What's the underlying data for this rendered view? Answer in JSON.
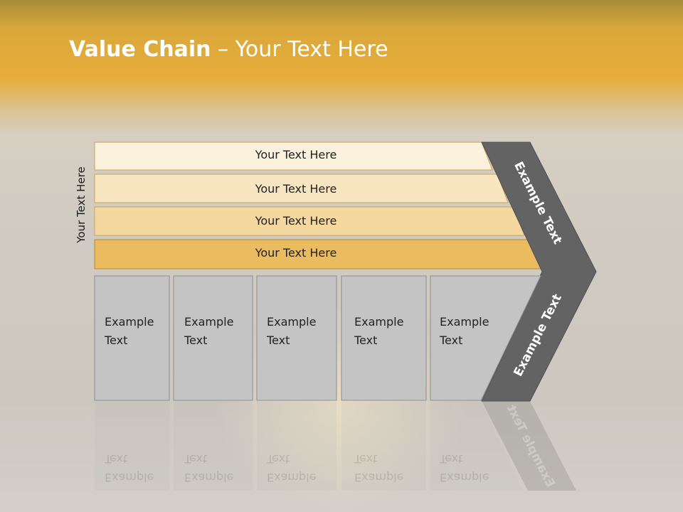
{
  "slide": {
    "title_bold": "Value Chain",
    "title_rest": " – Your Text Here",
    "side_label": "Your Text Here",
    "bands": [
      {
        "text": "Your Text Here",
        "color": "#fbf1dc"
      },
      {
        "text": "Your Text Here",
        "color": "#f8e6c0"
      },
      {
        "text": "Your Text Here",
        "color": "#f4d8a0"
      },
      {
        "text": "Your Text Here",
        "color": "#eabb5f"
      }
    ],
    "cells": [
      {
        "line1": "Example",
        "line2": "Text"
      },
      {
        "line1": "Example",
        "line2": "Text"
      },
      {
        "line1": "Example",
        "line2": "Text"
      },
      {
        "line1": "Example",
        "line2": "Text"
      },
      {
        "line1": "Example",
        "line2": "Text"
      }
    ],
    "chevron_top": "Example Text",
    "chevron_bottom": "Example Text",
    "colors": {
      "cell": "#c4c4c4",
      "chevron": "#636363",
      "title": "#ffffff"
    }
  }
}
